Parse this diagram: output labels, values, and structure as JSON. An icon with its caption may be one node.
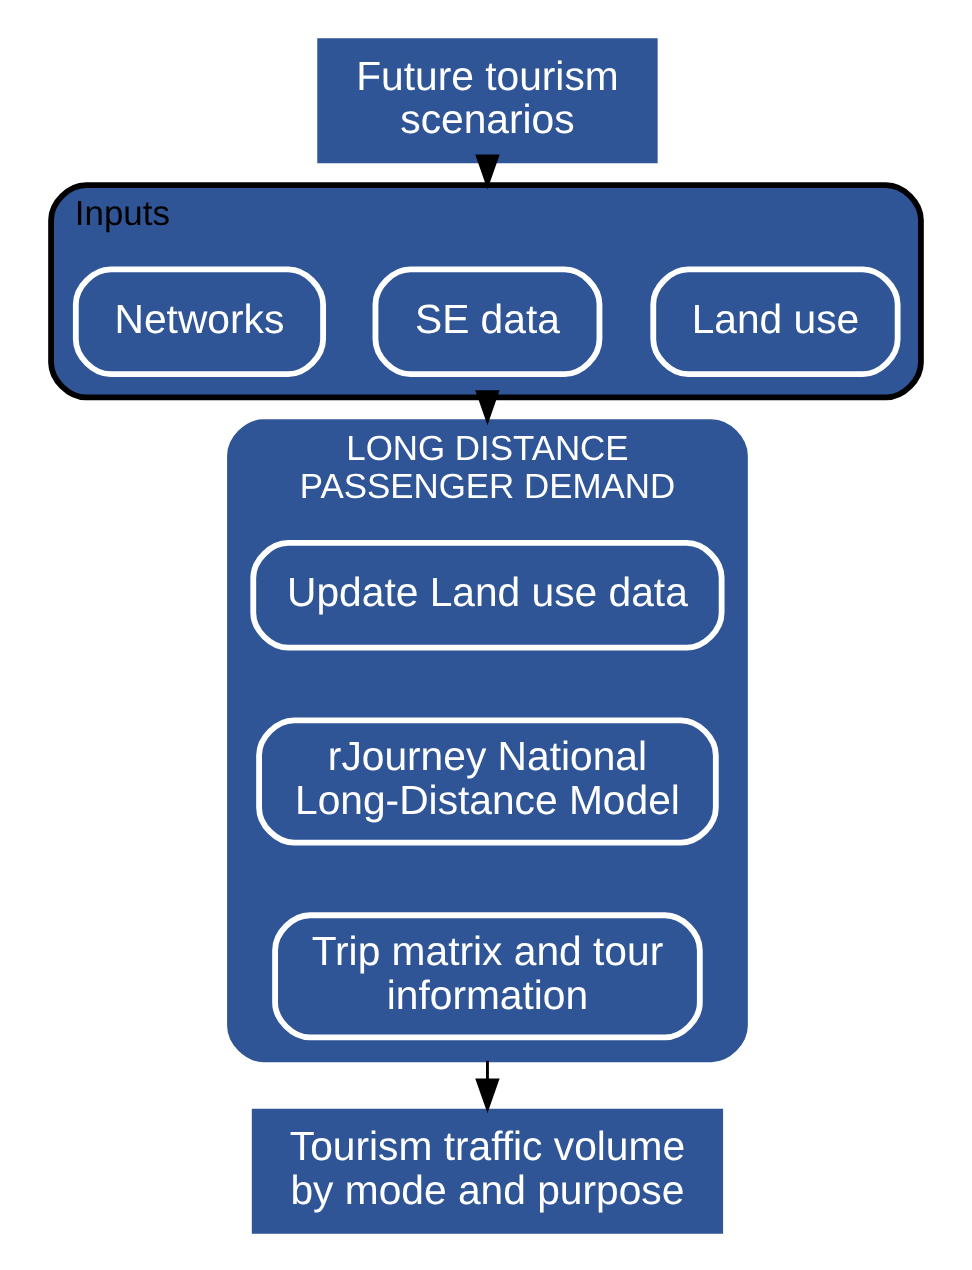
{
  "diagram": {
    "nodes": [
      {
        "text": [
          "Future tourism scenarios"
        ]
      },
      {
        "text": [
          "Inputs"
        ]
      },
      {
        "text": [
          "Networks"
        ],
        "in": 1
      },
      {
        "text": [
          "SE data"
        ],
        "in": 1
      },
      {
        "text": [
          "Land use"
        ],
        "in": 1
      },
      {
        "text": [
          "LONG DISTANCE PASSENGER DEMAND"
        ]
      },
      {
        "text": [
          "Update Land use data"
        ],
        "in": 5
      },
      {
        "text": [
          "rJourney National Long-Distance Model"
        ],
        "in": 5
      },
      {
        "text": [
          "Trip matrix and tour information"
        ],
        "in": 5
      },
      {
        "text": [
          "Tourism traffic volume by mode and purpose"
        ]
      }
    ],
    "edges": [
      {
        "from": 0,
        "to": 1,
        "arrow": "to"
      },
      {
        "from": 1,
        "to": 5,
        "arrow": "to"
      },
      {
        "from": 5,
        "to": 9,
        "arrow": "to"
      }
    ]
  }
}
